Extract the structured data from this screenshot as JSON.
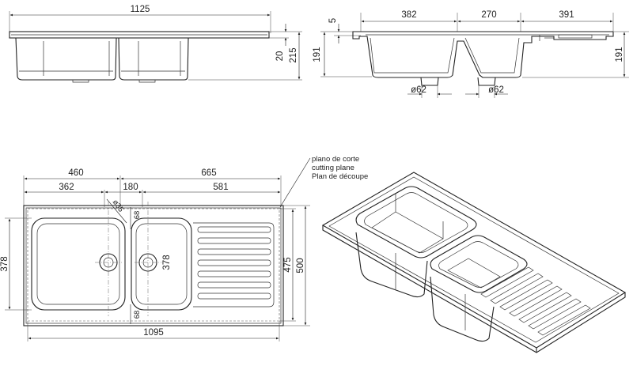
{
  "top_left_view": {
    "width": "1125",
    "depth": "215",
    "lip": "20"
  },
  "top_right_view": {
    "lip": "5",
    "height": "191",
    "height_right": "191",
    "seg1": "382",
    "seg2": "270",
    "seg3": "391",
    "drain1": "ø62",
    "drain2": "ø62"
  },
  "plan_view": {
    "top_left": "460",
    "top_right": "665",
    "second_left": "362",
    "second_mid": "180",
    "second_right": "581",
    "bowl_height_left": "378",
    "bowl_height_mid": "378",
    "inner_height": "475",
    "outer_height": "500",
    "bottom_width": "1095",
    "diameter_label": "ø35",
    "offset_top": "68",
    "offset_bottom": "68"
  },
  "cutting_note": {
    "line1": "plano de corte",
    "line2": "cutting plane",
    "line3": "Plan de découpe"
  }
}
